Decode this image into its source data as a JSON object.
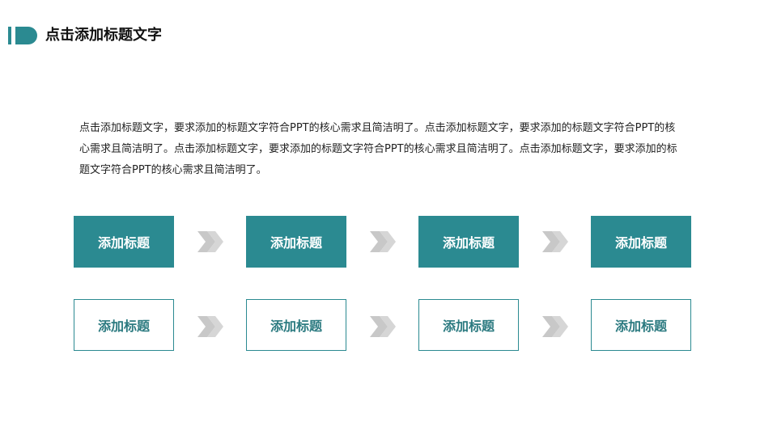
{
  "header": {
    "title": "点击添加标题文字"
  },
  "body": {
    "paragraph": "点击添加标题文字，要求添加的标题文字符合PPT的核心需求且简洁明了。点击添加标题文字，要求添加的标题文字符合PPT的核心需求且简洁明了。点击添加标题文字，要求添加的标题文字符合PPT的核心需求且简洁明了。点击添加标题文字，要求添加的标题文字符合PPT的核心需求且简洁明了。"
  },
  "process_rows": [
    {
      "style": "filled",
      "steps": [
        {
          "label": "添加标题"
        },
        {
          "label": "添加标题"
        },
        {
          "label": "添加标题"
        },
        {
          "label": "添加标题"
        }
      ]
    },
    {
      "style": "outline",
      "steps": [
        {
          "label": "添加标题"
        },
        {
          "label": "添加标题"
        },
        {
          "label": "添加标题"
        },
        {
          "label": "添加标题"
        }
      ]
    }
  ],
  "colors": {
    "accent": "#2b8a91",
    "arrow": "#c8c8c8",
    "outline_text": "#2b7a80"
  },
  "icons": {
    "connector": "double-chevron-right-icon"
  }
}
